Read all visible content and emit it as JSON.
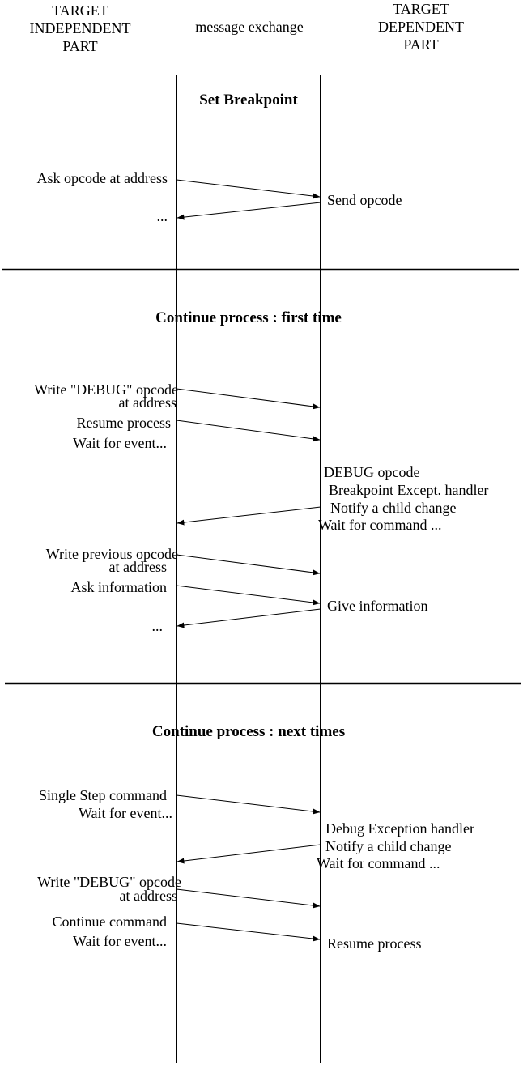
{
  "header": {
    "left": [
      "TARGET",
      "INDEPENDENT",
      "PART"
    ],
    "center": "message exchange",
    "right": [
      "TARGET",
      "DEPENDENT",
      "PART"
    ]
  },
  "sections": [
    {
      "title": "Set Breakpoint",
      "left_labels": [
        "Ask opcode at address",
        "..."
      ],
      "right_labels": [
        "Send opcode"
      ]
    },
    {
      "title": "Continue process : first time",
      "left_labels": [
        "Write \"DEBUG\" opcode",
        "at address",
        "Resume process",
        "Wait for event...",
        "Write previous opcode",
        "at address",
        "Ask information",
        "..."
      ],
      "right_labels": [
        "DEBUG opcode",
        "Breakpoint Except. handler",
        "Notify a child change",
        "Wait for command ...",
        "Give information"
      ]
    },
    {
      "title": "Continue process : next times",
      "left_labels": [
        "Single Step command",
        "Wait for event...",
        "Write \"DEBUG\" opcode",
        "at address",
        "Continue command",
        "Wait for event..."
      ],
      "right_labels": [
        "Debug Exception handler",
        "Notify a child change",
        "Wait for command ...",
        "Resume process"
      ]
    }
  ],
  "colors": {
    "line": "#000000",
    "background": "#ffffff",
    "text": "#000000"
  }
}
